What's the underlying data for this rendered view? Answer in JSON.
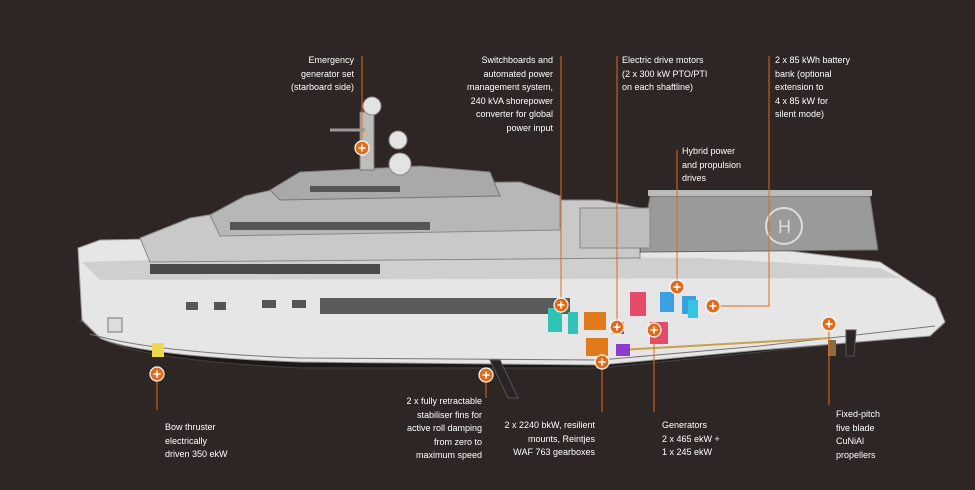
{
  "accent_color": "#e36a19",
  "callouts": [
    {
      "id": "emergency-generator",
      "text": "Emergency\ngenerator set\n(starboard side)"
    },
    {
      "id": "switchboards",
      "text": "Switchboards and\nautomated power\nmanagement system,\n240 kVA shorepower\nconverter for global\npower input"
    },
    {
      "id": "electric-drive-motors",
      "text": "Electric drive motors\n(2 x 300 kW PTO/PTI\non each shaftline)"
    },
    {
      "id": "battery-bank",
      "text": "2 x 85 kWh battery\nbank (optional\nextension to\n4 x 85 kW for\nsilent mode)"
    },
    {
      "id": "hybrid-power",
      "text": "Hybrid power\nand propulsion\ndrives"
    },
    {
      "id": "bow-thruster",
      "text": "Bow thruster\nelectrically\ndriven 350 ekW"
    },
    {
      "id": "stabiliser-fins",
      "text": "2 x fully retractable\nstabiliser fins for\nactive roll damping\nfrom zero to\nmaximum speed"
    },
    {
      "id": "gearboxes",
      "text": "2 x 2240 bkW, resilient\nmounts, Reintjes\nWAF 763 gearboxes"
    },
    {
      "id": "generators",
      "text": "Generators\n2 x 465 ekW +\n1 x 245 ekW"
    },
    {
      "id": "propellers",
      "text": "Fixed-pitch\nfive blade\nCuNiAl\npropellers"
    }
  ]
}
